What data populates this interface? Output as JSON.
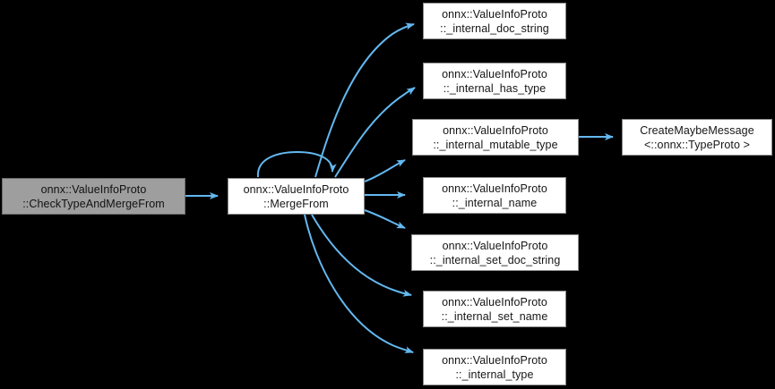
{
  "diagram": {
    "title": "onnx::ValueInfoProto::CheckTypeAndMergeFrom call graph",
    "type": "call-graph",
    "background_color": "#000000",
    "edge_color": "#63b8f0",
    "node_fill": "#ffffff",
    "node_border": "#8c8c8c",
    "current_node_fill": "#9e9e9e",
    "nodes": [
      {
        "id": "check_type_and_merge_from",
        "line1": "onnx::ValueInfoProto",
        "line2": "::CheckTypeAndMergeFrom",
        "highlighted": true
      },
      {
        "id": "merge_from",
        "line1": "onnx::ValueInfoProto",
        "line2": "::MergeFrom",
        "highlighted": false
      },
      {
        "id": "internal_doc_string",
        "line1": "onnx::ValueInfoProto",
        "line2": "::_internal_doc_string",
        "highlighted": false
      },
      {
        "id": "internal_has_type",
        "line1": "onnx::ValueInfoProto",
        "line2": "::_internal_has_type",
        "highlighted": false
      },
      {
        "id": "internal_mutable_type",
        "line1": "onnx::ValueInfoProto",
        "line2": "::_internal_mutable_type",
        "highlighted": false
      },
      {
        "id": "internal_name",
        "line1": "onnx::ValueInfoProto",
        "line2": "::_internal_name",
        "highlighted": false
      },
      {
        "id": "internal_set_doc_string",
        "line1": "onnx::ValueInfoProto",
        "line2": "::_internal_set_doc_string",
        "highlighted": false
      },
      {
        "id": "internal_set_name",
        "line1": "onnx::ValueInfoProto",
        "line2": "::_internal_set_name",
        "highlighted": false
      },
      {
        "id": "internal_type",
        "line1": "onnx::ValueInfoProto",
        "line2": "::_internal_type",
        "highlighted": false
      },
      {
        "id": "create_maybe_message",
        "line1": "CreateMaybeMessage",
        "line2": "<::onnx::TypeProto >",
        "highlighted": false
      }
    ],
    "edges": [
      {
        "from": "check_type_and_merge_from",
        "to": "merge_from"
      },
      {
        "from": "merge_from",
        "to": "merge_from"
      },
      {
        "from": "merge_from",
        "to": "internal_doc_string"
      },
      {
        "from": "merge_from",
        "to": "internal_has_type"
      },
      {
        "from": "merge_from",
        "to": "internal_mutable_type"
      },
      {
        "from": "merge_from",
        "to": "internal_name"
      },
      {
        "from": "merge_from",
        "to": "internal_set_doc_string"
      },
      {
        "from": "merge_from",
        "to": "internal_set_name"
      },
      {
        "from": "merge_from",
        "to": "internal_type"
      },
      {
        "from": "internal_mutable_type",
        "to": "create_maybe_message"
      }
    ]
  }
}
